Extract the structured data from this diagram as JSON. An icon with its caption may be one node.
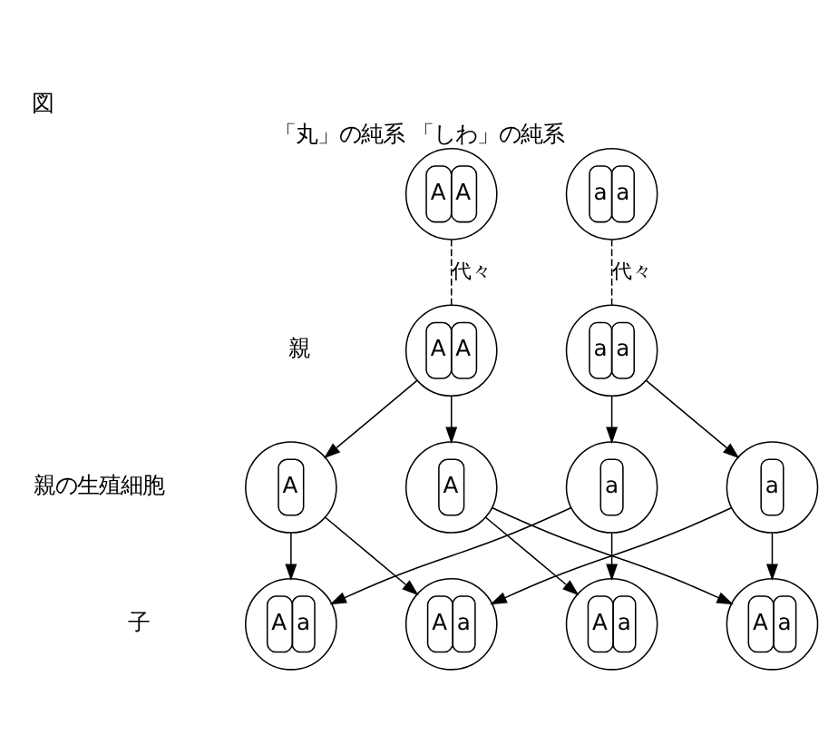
{
  "diagram": {
    "title": "図",
    "nodes": [
      {
        "text": [
          "「丸」の純系",
          "A",
          "A"
        ]
      },
      {
        "text": [
          "「しわ」の純系",
          "a",
          "a"
        ]
      },
      {
        "text": [
          "A",
          "A"
        ]
      },
      {
        "text": [
          "a",
          "a"
        ]
      },
      {
        "text": [
          "A"
        ]
      },
      {
        "text": [
          "A"
        ]
      },
      {
        "text": [
          "a"
        ]
      },
      {
        "text": [
          "a"
        ]
      },
      {
        "text": [
          "A",
          "a"
        ]
      },
      {
        "text": [
          "A",
          "a"
        ]
      },
      {
        "text": [
          "A",
          "a"
        ]
      },
      {
        "text": [
          "A",
          "a"
        ]
      }
    ],
    "edges": [
      {
        "from": 0,
        "to": 2,
        "arrow": "none",
        "style": "dashed",
        "label": "代々"
      },
      {
        "from": 1,
        "to": 3,
        "arrow": "none",
        "style": "dashed",
        "label": "代々"
      },
      {
        "from": 2,
        "to": 4,
        "arrow": "to"
      },
      {
        "from": 2,
        "to": 5,
        "arrow": "to"
      },
      {
        "from": 3,
        "to": 6,
        "arrow": "to"
      },
      {
        "from": 3,
        "to": 7,
        "arrow": "to"
      },
      {
        "from": 4,
        "to": 8,
        "arrow": "to"
      },
      {
        "from": 4,
        "to": 9,
        "arrow": "to"
      },
      {
        "from": 5,
        "to": 10,
        "arrow": "to"
      },
      {
        "from": 5,
        "to": 11,
        "arrow": "to"
      },
      {
        "from": 6,
        "to": 8,
        "arrow": "to"
      },
      {
        "from": 6,
        "to": 10,
        "arrow": "to"
      },
      {
        "from": 7,
        "to": 9,
        "arrow": "to"
      },
      {
        "from": 7,
        "to": 11,
        "arrow": "to"
      }
    ],
    "labels": [
      "親",
      "親の生殖細胞",
      "子"
    ]
  }
}
